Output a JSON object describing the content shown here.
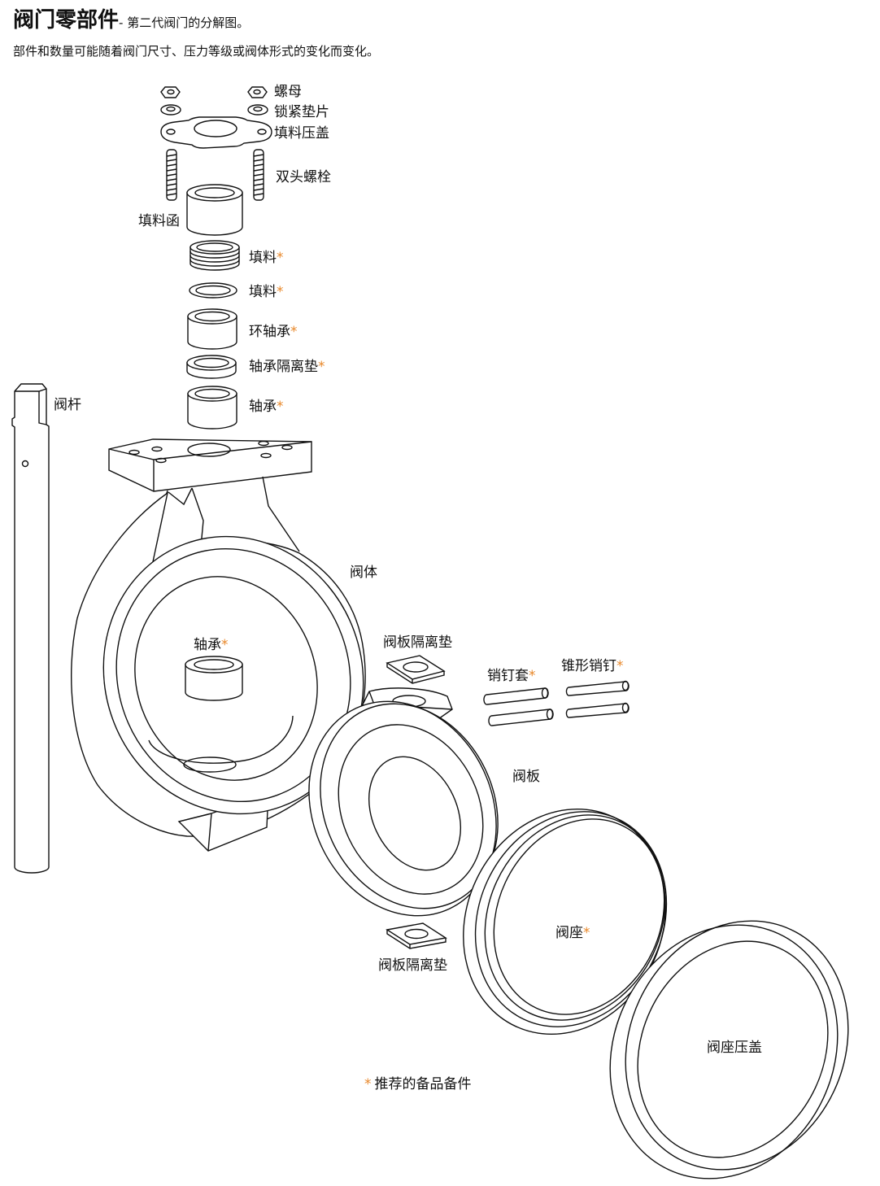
{
  "header": {
    "title": "阀门零部件",
    "subtitle": "- 第二代阀门的分解图。",
    "note": "部件和数量可能随着阀门尺寸、压力等级或阀体形式的变化而变化。"
  },
  "labels": {
    "nut": "螺母",
    "lock_washer": "锁紧垫片",
    "gland": "填料压盖",
    "stud": "双头螺栓",
    "stuffing_box": "填料函",
    "packing_1": "填料",
    "packing_2": "填料",
    "ring_bearing": "环轴承",
    "bearing_spacer": "轴承隔离垫",
    "bearing_top": "轴承",
    "stem": "阀杆",
    "body": "阀体",
    "bearing_inner": "轴承",
    "disc_spacer_top": "阀板隔离垫",
    "pin_sleeve": "销钉套",
    "taper_pin": "锥形销钉",
    "disc": "阀板",
    "disc_spacer_bottom": "阀板隔离垫",
    "seat": "阀座",
    "seat_retainer": "阀座压盖"
  },
  "legend": {
    "marker": "*",
    "text": "推荐的备品备件"
  },
  "colors": {
    "accent": "#e8882a",
    "line": "#111111"
  }
}
